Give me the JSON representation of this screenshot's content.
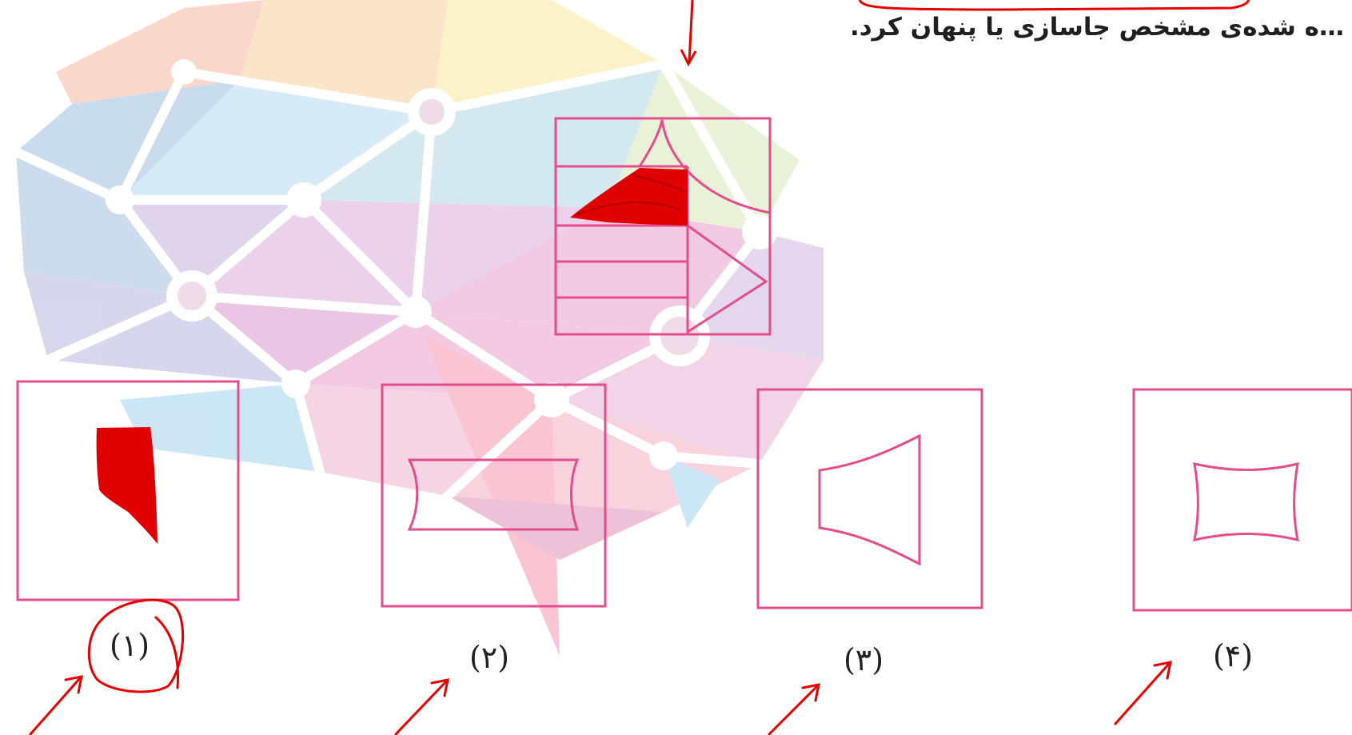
{
  "question": {
    "text": "…ه شده‌ی مشخص جاسازی یا پنهان کرد."
  },
  "options": [
    {
      "label": "(۱)",
      "selected": true
    },
    {
      "label": "(۲)",
      "selected": false
    },
    {
      "label": "(۳)",
      "selected": false
    },
    {
      "label": "(۴)",
      "selected": false
    }
  ],
  "colors": {
    "figure_stroke": "#e24d8a",
    "annotation_red": "#e60000",
    "text": "#1f1f1f"
  }
}
